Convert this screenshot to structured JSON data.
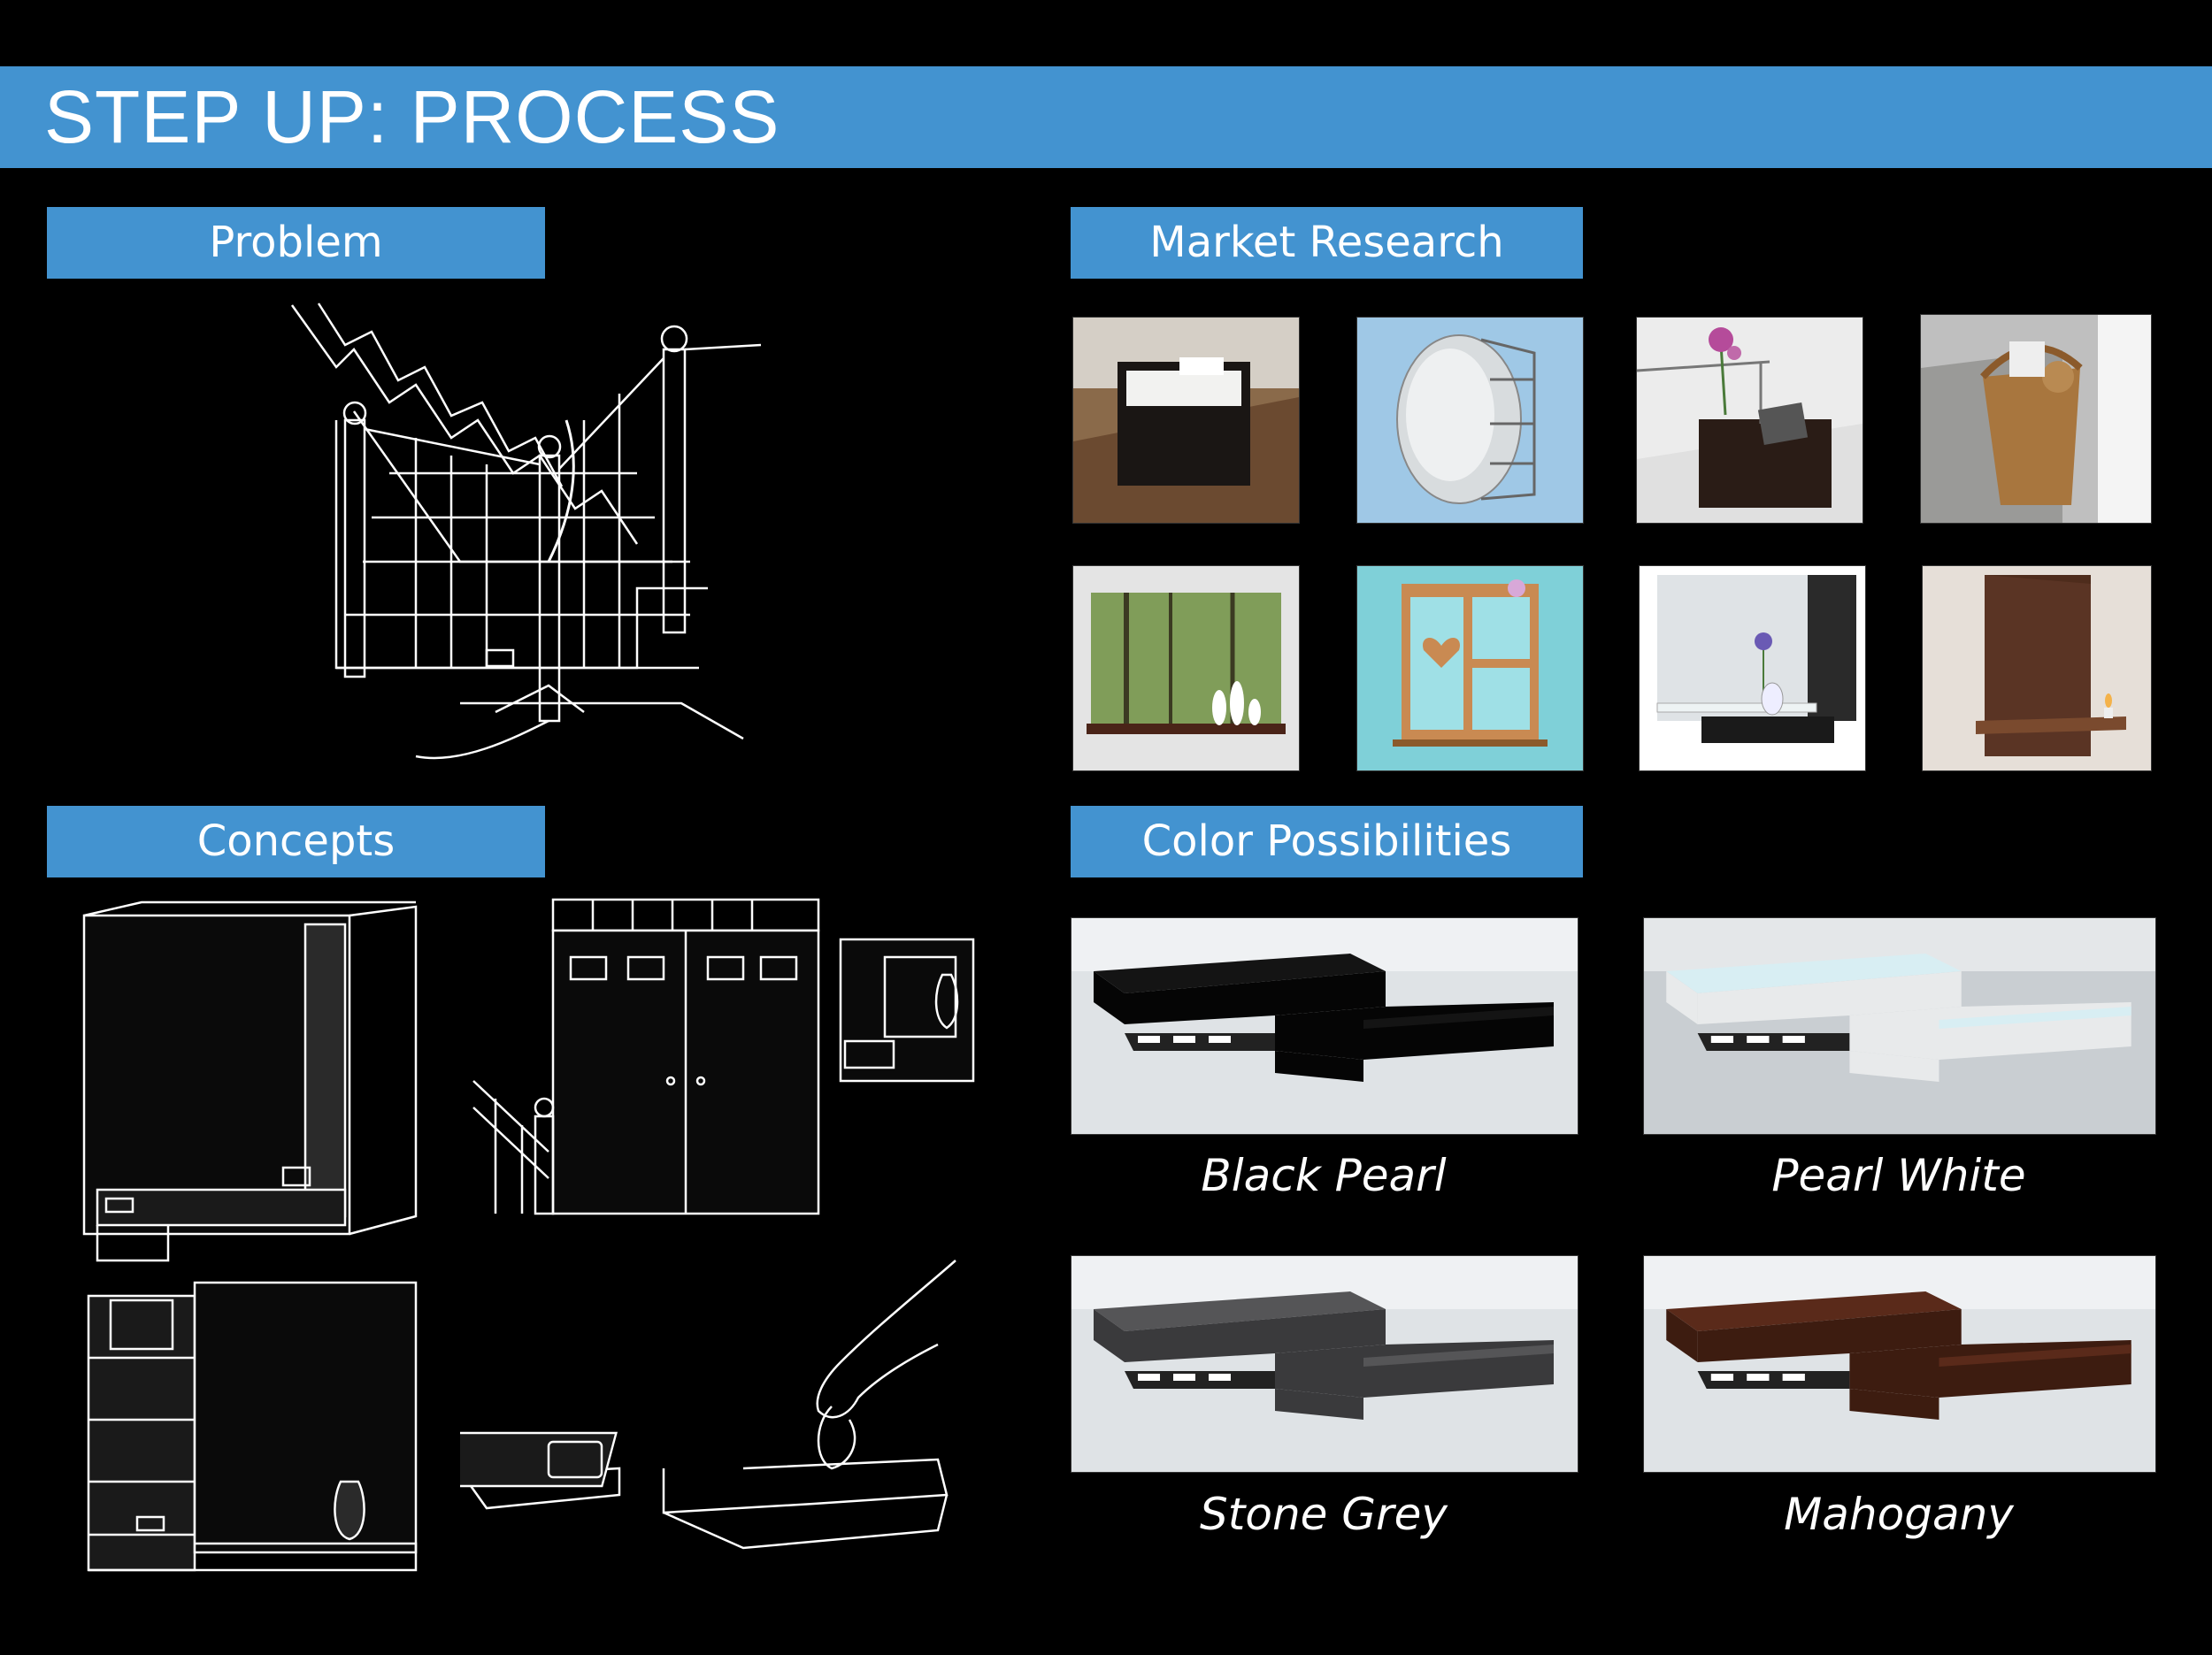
{
  "header": {
    "title": "STEP UP: PROCESS"
  },
  "sections": {
    "problem": "Problem",
    "market_research": "Market Research",
    "concepts": "Concepts",
    "color_possibilities": "Color Possibilities"
  },
  "market_research_images": [
    {
      "icon": "storage-box-on-stairs-photo"
    },
    {
      "icon": "oval-mirror-shelf-photo"
    },
    {
      "icon": "box-shelf-with-orchid-photo"
    },
    {
      "icon": "wicker-stair-basket-photo"
    },
    {
      "icon": "forest-mirror-shelf-photo"
    },
    {
      "icon": "heart-wooden-cabinet-photo"
    },
    {
      "icon": "mirror-with-key-hooks-photo"
    },
    {
      "icon": "wooden-candle-shelf-photo"
    }
  ],
  "colors": [
    {
      "name": "Black Pearl",
      "top": "#141414",
      "side": "#050505",
      "bg": "#dfe3e6"
    },
    {
      "name": "Pearl White",
      "top": "#d8eef3",
      "side": "#e8eaeb",
      "bg": "#c9ced2"
    },
    {
      "name": "Stone Grey",
      "top": "#555557",
      "side": "#3a3a3c",
      "bg": "#dfe3e6"
    },
    {
      "name": "Mahogany",
      "top": "#5a2a1a",
      "side": "#3d1c10",
      "bg": "#dfe3e6"
    }
  ]
}
